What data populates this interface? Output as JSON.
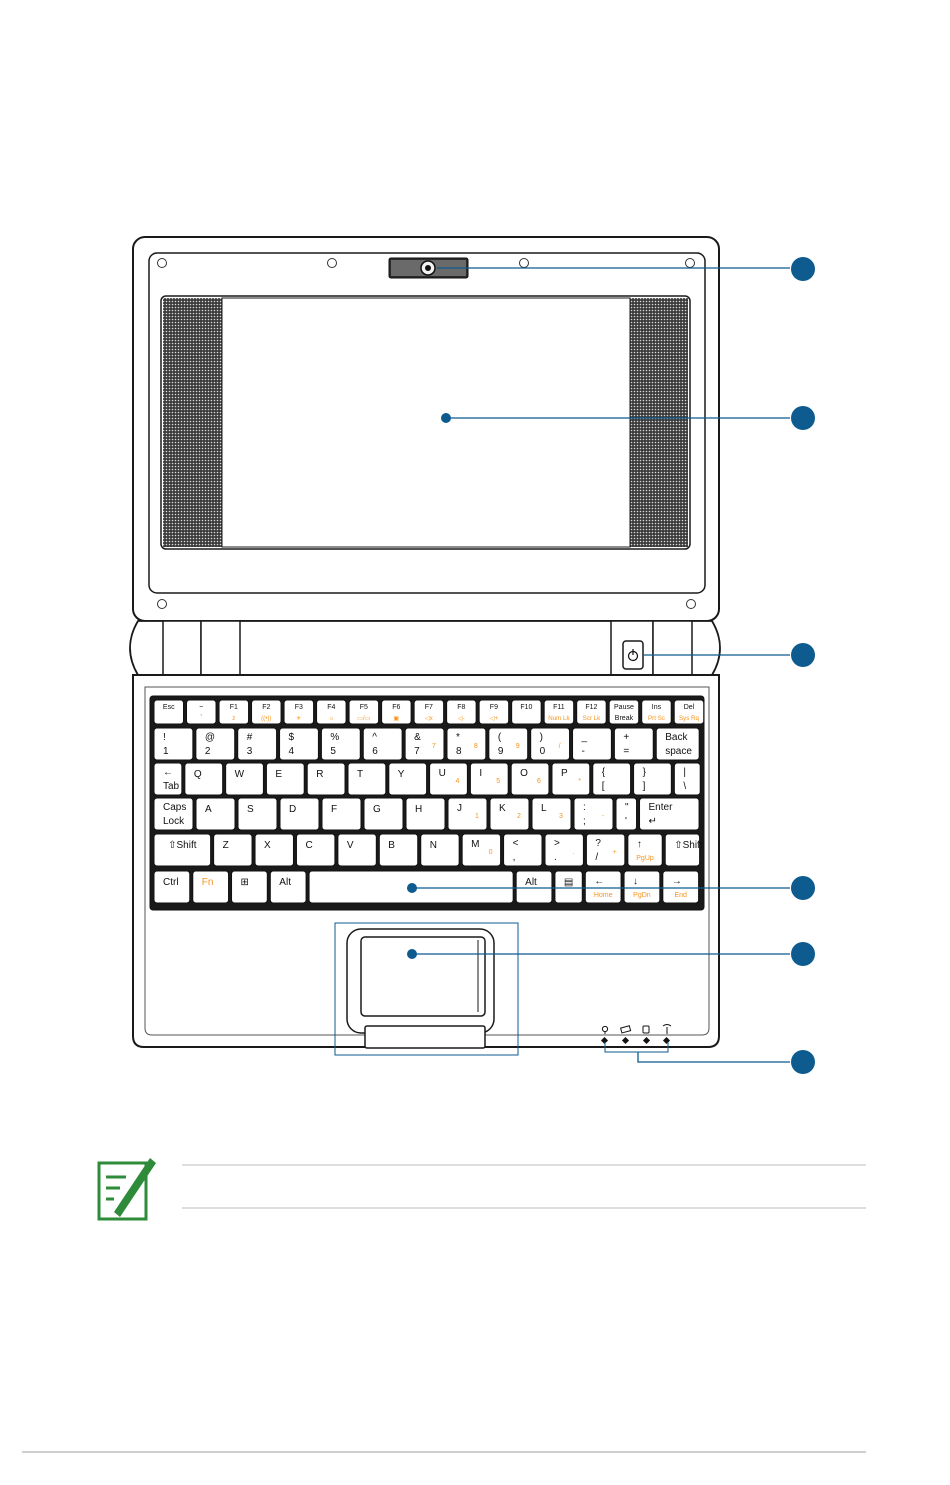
{
  "colors": {
    "outline": "#1a1a1a",
    "callout": "#0d5b8f",
    "fn_orange": "#f7941d",
    "note_green": "#2e8b3a",
    "rule_gray": "#bdbdbd"
  },
  "callouts": [
    {
      "id": "camera",
      "target": "camera"
    },
    {
      "id": "display",
      "target": "display-panel"
    },
    {
      "id": "power",
      "target": "power-switch"
    },
    {
      "id": "keyboard",
      "target": "keyboard"
    },
    {
      "id": "touchpad",
      "target": "touchpad"
    },
    {
      "id": "status-indicators",
      "target": "status-indicators"
    }
  ],
  "icons": {
    "camera": "camera-lens-icon",
    "power": "power-icon",
    "note": "note-pencil-icon",
    "indicators": [
      "power-led-icon",
      "battery-led-icon",
      "storage-led-icon",
      "wireless-led-icon"
    ]
  },
  "keyboard": {
    "rows": [
      [
        {
          "m": "Esc",
          "w": 32
        },
        {
          "m": "~",
          "l": "`",
          "w": 32
        },
        {
          "m": "F1",
          "f": "z",
          "w": 32
        },
        {
          "m": "F2",
          "f": "((•))",
          "w": 32
        },
        {
          "m": "F3",
          "f": "☀",
          "w": 32
        },
        {
          "m": "F4",
          "f": "☼",
          "w": 32
        },
        {
          "m": "F5",
          "f": "▭/▭",
          "w": 32
        },
        {
          "m": "F6",
          "f": "▣",
          "w": 32
        },
        {
          "m": "F7",
          "f": "◁x",
          "w": 32
        },
        {
          "m": "F8",
          "f": "◁-",
          "w": 32
        },
        {
          "m": "F9",
          "f": "◁+",
          "w": 32
        },
        {
          "m": "F10",
          "w": 32
        },
        {
          "m": "F11",
          "f": "Num Lk",
          "w": 32
        },
        {
          "m": "F12",
          "f": "Scr Lk",
          "w": 32
        },
        {
          "m": "Pause",
          "l": "Break",
          "w": 32
        },
        {
          "m": "Ins",
          "f": "Prt Sc",
          "w": 32
        },
        {
          "m": "Del",
          "f": "Sys Rq",
          "w": 32
        }
      ],
      [
        {
          "m": "!",
          "l": "1",
          "w": 38
        },
        {
          "m": "@",
          "l": "2",
          "w": 38
        },
        {
          "m": "#",
          "l": "3",
          "w": 38
        },
        {
          "m": "$",
          "l": "4",
          "w": 38
        },
        {
          "m": "%",
          "l": "5",
          "w": 38
        },
        {
          "m": "^",
          "l": "6",
          "w": 38
        },
        {
          "m": "&",
          "l": "7",
          "f": "7",
          "w": 38
        },
        {
          "m": "*",
          "l": "8",
          "f": "8",
          "w": 38
        },
        {
          "m": "(",
          "l": "9",
          "f": "9",
          "w": 38
        },
        {
          "m": ")",
          "l": "0",
          "f": "/",
          "w": 38
        },
        {
          "m": "_",
          "l": "-",
          "w": 38
        },
        {
          "m": "+",
          "l": "=",
          "w": 38
        },
        {
          "m": "Back",
          "l": "space",
          "w": 42
        }
      ],
      [
        {
          "m": "←",
          "l": "Tab",
          "w": 28
        },
        {
          "m": "Q",
          "w": 38
        },
        {
          "m": "W",
          "w": 38
        },
        {
          "m": "E",
          "w": 38
        },
        {
          "m": "R",
          "w": 38
        },
        {
          "m": "T",
          "w": 38
        },
        {
          "m": "Y",
          "w": 38
        },
        {
          "m": "U",
          "f": "4",
          "w": 38
        },
        {
          "m": "I",
          "f": "5",
          "w": 38
        },
        {
          "m": "O",
          "f": "6",
          "w": 38
        },
        {
          "m": "P",
          "f": "*",
          "w": 38
        },
        {
          "m": "{",
          "l": "[",
          "w": 38
        },
        {
          "m": "}",
          "l": "]",
          "w": 38
        },
        {
          "m": "|",
          "l": "\\",
          "w": 26
        }
      ],
      [
        {
          "m": "Caps",
          "l": "Lock",
          "w": 38
        },
        {
          "m": "A",
          "w": 38
        },
        {
          "m": "S",
          "w": 38
        },
        {
          "m": "D",
          "w": 38
        },
        {
          "m": "F",
          "w": 38
        },
        {
          "m": "G",
          "w": 38
        },
        {
          "m": "H",
          "w": 38
        },
        {
          "m": "J",
          "f": "1",
          "w": 38
        },
        {
          "m": "K",
          "f": "2",
          "w": 38
        },
        {
          "m": "L",
          "f": "3",
          "w": 38
        },
        {
          "m": ":",
          "l": ";",
          "f": "-",
          "w": 38
        },
        {
          "m": "\"",
          "l": "'",
          "w": 20
        },
        {
          "m": "Enter",
          "l": "↵",
          "w": 58
        }
      ],
      [
        {
          "m": "⇧Shift",
          "w": 56
        },
        {
          "m": "Z",
          "w": 38
        },
        {
          "m": "X",
          "w": 38
        },
        {
          "m": "C",
          "w": 38
        },
        {
          "m": "V",
          "w": 38
        },
        {
          "m": "B",
          "w": 38
        },
        {
          "m": "N",
          "w": 38
        },
        {
          "m": "M",
          "f": "0",
          "w": 38
        },
        {
          "m": "<",
          "l": ",",
          "w": 38
        },
        {
          "m": ">",
          "l": ".",
          "f": ".",
          "w": 38
        },
        {
          "m": "?",
          "l": "/",
          "f": "+",
          "w": 38
        },
        {
          "m": "↑",
          "f": "PgUp",
          "w": 34
        },
        {
          "m": "⇧Shift",
          "w": 34
        }
      ],
      [
        {
          "m": "Ctrl",
          "w": 34
        },
        {
          "m": "Fn",
          "fn": true,
          "w": 34
        },
        {
          "m": "⊞",
          "w": 34
        },
        {
          "m": "Alt",
          "w": 34
        },
        {
          "m": "",
          "w": 194
        },
        {
          "m": "Alt",
          "w": 34
        },
        {
          "m": "▤",
          "w": 26
        },
        {
          "m": "←",
          "f": "Home",
          "w": 34
        },
        {
          "m": "↓",
          "f": "PgDn",
          "w": 34
        },
        {
          "m": "→",
          "f": "End",
          "w": 34
        }
      ]
    ]
  }
}
